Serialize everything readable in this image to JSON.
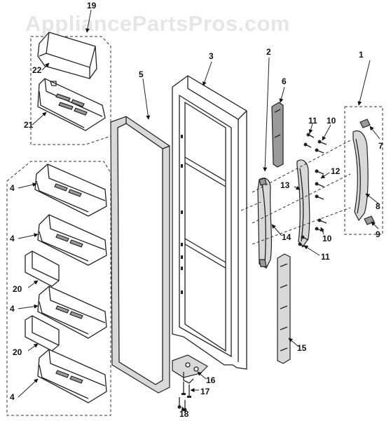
{
  "watermark": "AppliancePartsPros.com",
  "callouts": [
    "1",
    "2",
    "3",
    "4",
    "4",
    "4",
    "4",
    "5",
    "6",
    "7",
    "8",
    "9",
    "10",
    "10",
    "11",
    "11",
    "12",
    "13",
    "14",
    "15",
    "16",
    "17",
    "18",
    "19",
    "20",
    "20",
    "21",
    "22"
  ]
}
